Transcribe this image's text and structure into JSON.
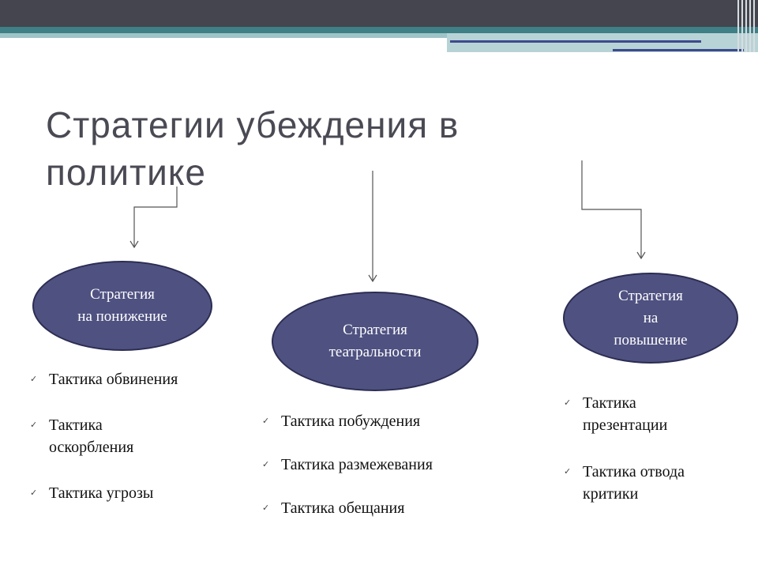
{
  "title": "Стратегии убеждения в политике",
  "nodes": {
    "lower": {
      "label": "Стратегия\nна понижение"
    },
    "theatre": {
      "label": "Стратегия\nтеатральности"
    },
    "raise": {
      "label": "Стратегия\nна\nповышение"
    }
  },
  "tactics": {
    "lower": [
      "Тактика обвинения",
      "Тактика оскорбления",
      "Тактика угрозы"
    ],
    "theatre": [
      "Тактика побуждения",
      "Тактика размежевания",
      "Тактика обещания"
    ],
    "raise": [
      "Тактика презентации",
      "Тактика отвода критики"
    ]
  },
  "colors": {
    "ellipse_fill": "#4f5181",
    "header_bar": "#44454f",
    "accent_teal": "#3f7f86"
  }
}
